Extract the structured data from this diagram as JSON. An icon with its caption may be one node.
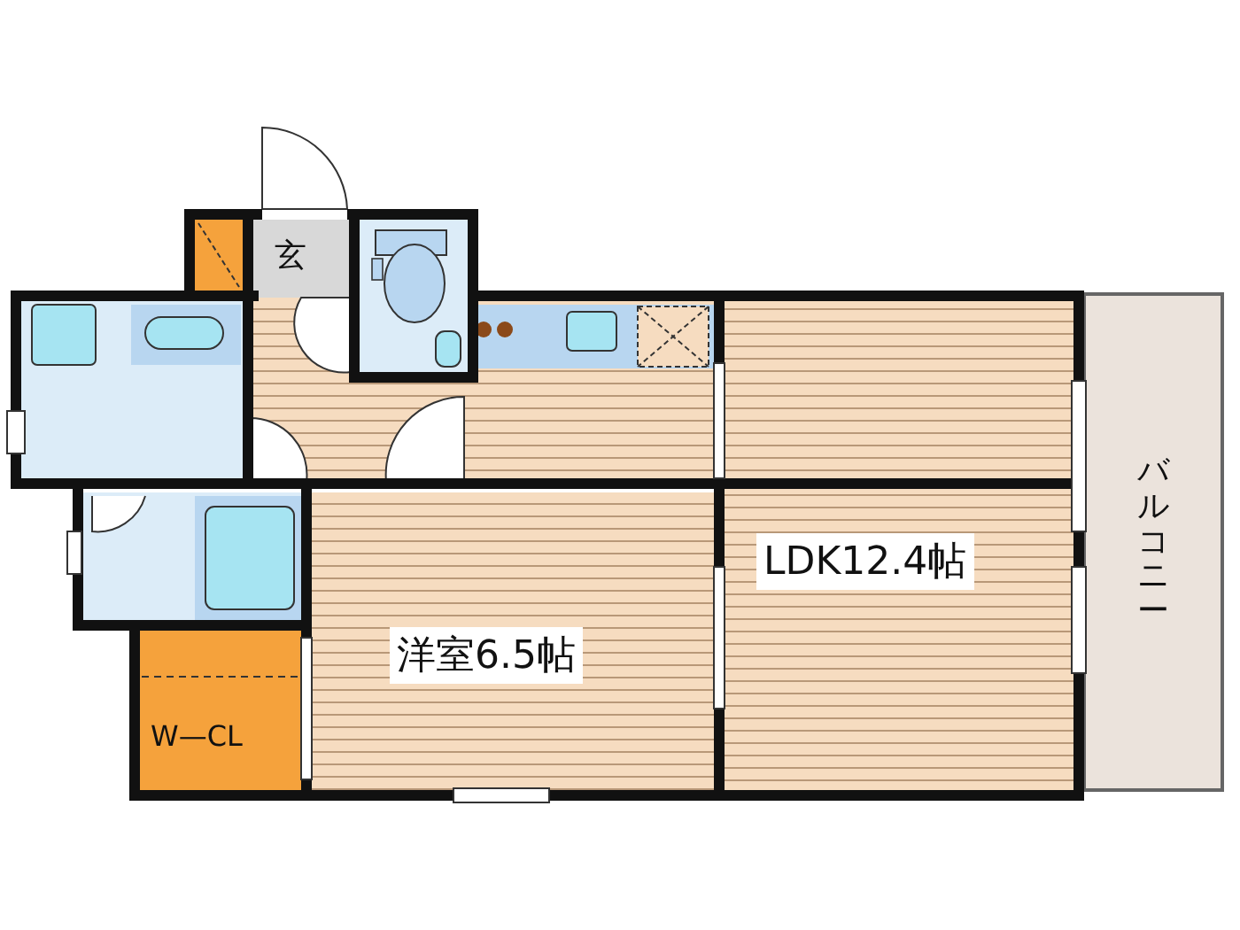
{
  "diagram": {
    "nodes": [
      {
        "text": [
          "玄"
        ]
      },
      {
        "text": [
          "洋室6.5帖"
        ]
      },
      {
        "text": [
          "LDK12.4帖"
        ]
      },
      {
        "text": [
          "W—CL"
        ]
      },
      {
        "text": [
          "バルコニー"
        ]
      }
    ]
  }
}
